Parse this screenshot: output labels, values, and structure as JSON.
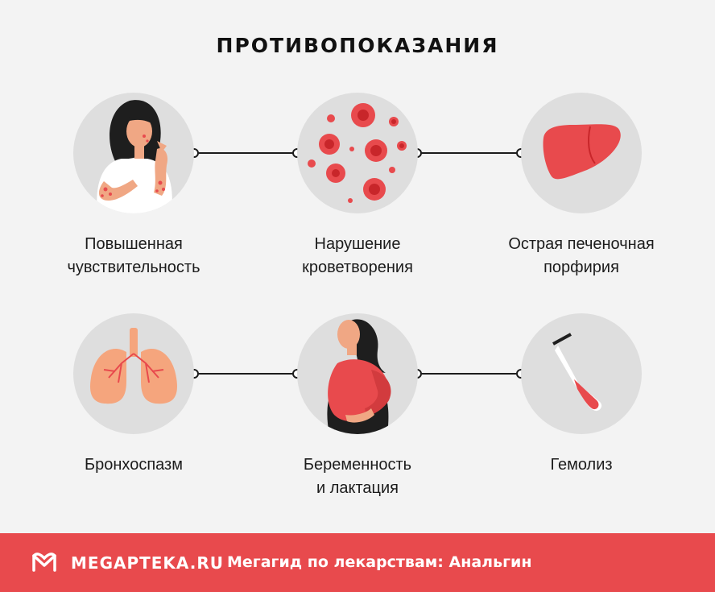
{
  "title": "ПРОТИВОПОКАЗАНИЯ",
  "items": [
    {
      "line1": "Повышенная",
      "line2": "чувствительность",
      "icon": "woman-rash-icon"
    },
    {
      "line1": "Нарушение",
      "line2": "кроветворения",
      "icon": "blood-cells-icon"
    },
    {
      "line1": "Острая печеночная",
      "line2": "порфирия",
      "icon": "liver-icon"
    },
    {
      "line1": "Бронхоспазм",
      "line2": "",
      "icon": "lungs-icon"
    },
    {
      "line1": "Беременность",
      "line2": "и лактация",
      "icon": "pregnant-woman-icon"
    },
    {
      "line1": "Гемолиз",
      "line2": "",
      "icon": "test-tube-icon"
    }
  ],
  "footer": {
    "brand": "MEGAPTEKA.RU",
    "tagline": "Мегагид по лекарствам: Анальгин"
  },
  "colors": {
    "accent": "#e84a4d",
    "circle": "#dedede",
    "background": "#f3f3f3"
  }
}
